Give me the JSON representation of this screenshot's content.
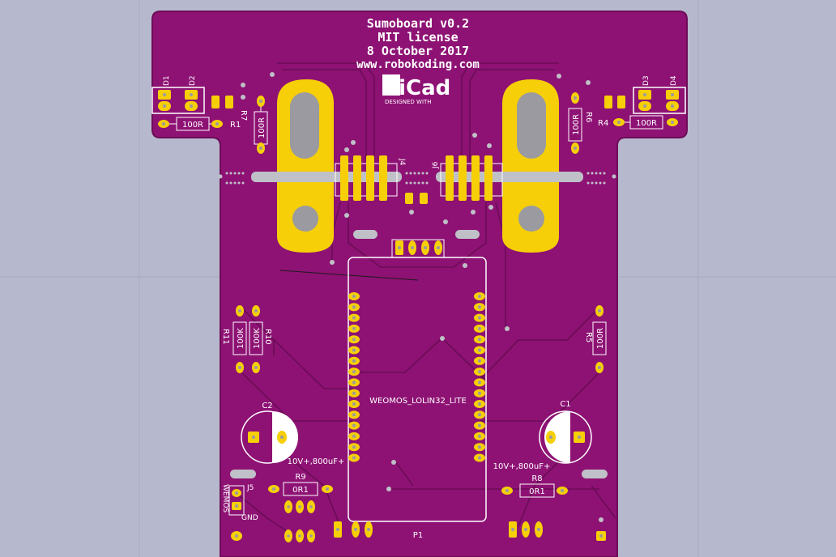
{
  "board": {
    "title": "Sumoboard v0.2",
    "license": "MIT license",
    "date": "8 October 2017",
    "website": "www.robokoding.com",
    "logo_text": "KiCad",
    "logo_sub": "DESIGNED WITH"
  },
  "colors": {
    "background": "#b6b9cd",
    "board": "#8e1274",
    "pad": "#f6cf08",
    "silk": "#ffffff",
    "via": "#c0c0c8",
    "drill": "#9a9aa0"
  },
  "labels": {
    "d1": "D1",
    "d2": "D2",
    "d3": "D3",
    "d4": "D4",
    "r1": "R1",
    "r4": "R4",
    "r5": "R5",
    "r6": "R6",
    "r7": "R7",
    "r8": "R8",
    "r9": "R9",
    "r10": "R10",
    "r11": "R11",
    "val_100r": "100R",
    "val_100k": "100K",
    "val_0r1": "0R1",
    "j4": "J4",
    "j5": "J5",
    "j6": "J6",
    "c1": "C1",
    "c2": "C2",
    "cap_value": "10V+,800uF+",
    "module": "WEOMOS_LOLIN32_LITE",
    "p1": "P1",
    "wemos": "WEMOS",
    "gnd": "GND"
  }
}
